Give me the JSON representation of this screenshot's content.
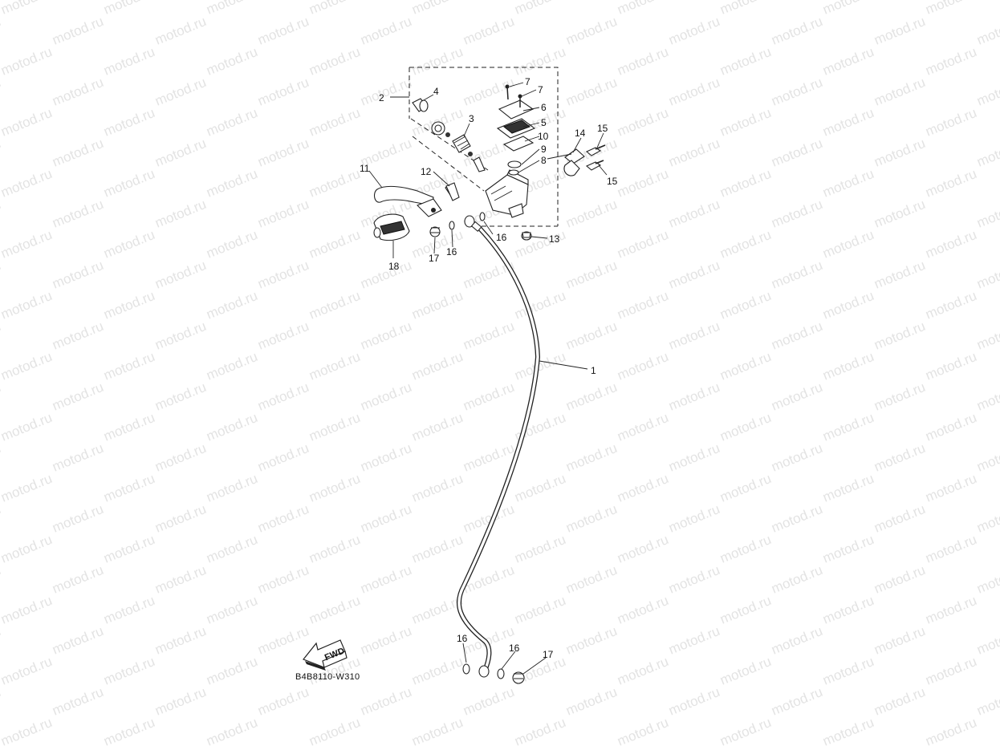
{
  "watermark": "motod.ru",
  "diagram_code": "B4B8110-W310",
  "fwd_label": "FWD",
  "callouts": {
    "c1": "1",
    "c2": "2",
    "c3": "3",
    "c4": "4",
    "c5": "5",
    "c6": "6",
    "c7a": "7",
    "c7b": "7",
    "c8": "8",
    "c9": "9",
    "c10": "10",
    "c11": "11",
    "c12": "12",
    "c13": "13",
    "c14": "14",
    "c15a": "15",
    "c15b": "15",
    "c16a": "16",
    "c16b": "16",
    "c16c": "16",
    "c16d": "16",
    "c17a": "17",
    "c17b": "17",
    "c18": "18"
  }
}
